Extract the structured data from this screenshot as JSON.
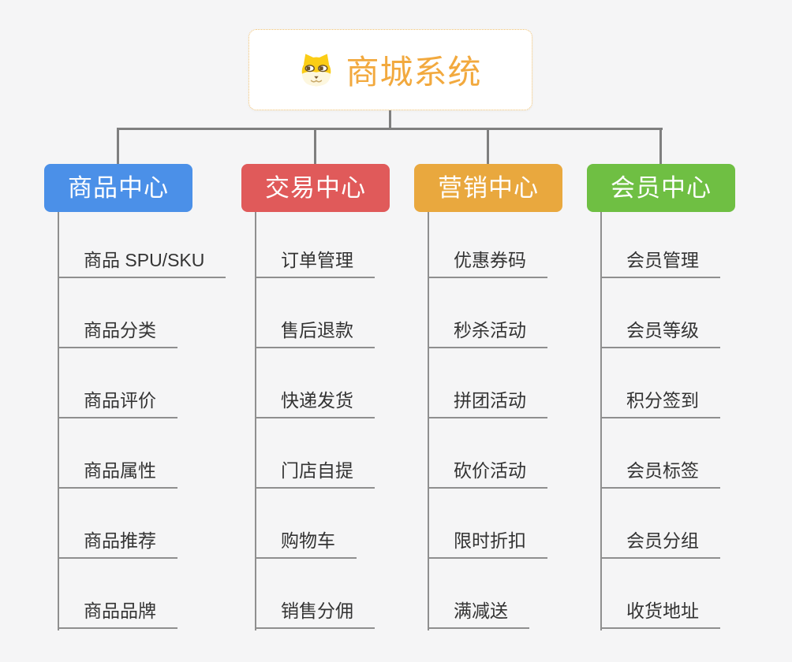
{
  "root": {
    "title": "商城系统",
    "icon": "doge-face-icon",
    "text_color": "#F2A93E",
    "border_color": "#F0C070"
  },
  "branches": [
    {
      "label": "商品中心",
      "color": "#4B90E8",
      "items": [
        "商品 SPU/SKU",
        "商品分类",
        "商品评价",
        "商品属性",
        "商品推荐",
        "商品品牌"
      ]
    },
    {
      "label": "交易中心",
      "color": "#E05A5A",
      "items": [
        "订单管理",
        "售后退款",
        "快递发货",
        "门店自提",
        "购物车",
        "销售分佣"
      ]
    },
    {
      "label": "营销中心",
      "color": "#E9A83E",
      "items": [
        "优惠券码",
        "秒杀活动",
        "拼团活动",
        "砍价活动",
        "限时折扣",
        "满减送"
      ]
    },
    {
      "label": "会员中心",
      "color": "#6FBF43",
      "items": [
        "会员管理",
        "会员等级",
        "积分签到",
        "会员标签",
        "会员分组",
        "收货地址"
      ]
    }
  ]
}
